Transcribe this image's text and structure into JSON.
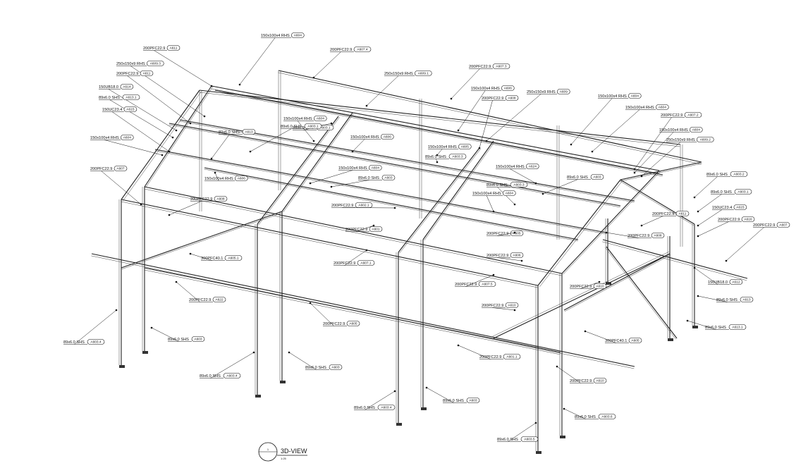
{
  "view_title": "3D-VIEW",
  "view_number": "1",
  "view_scale": "1:25",
  "callouts": [
    {
      "text": "150x100x4 RHS",
      "tag": "A604"
    },
    {
      "text": "200PFC22.9",
      "tag": "A607.4"
    },
    {
      "text": "200PFC22.9",
      "tag": "A611"
    },
    {
      "text": "200PFC22.9",
      "tag": "A607.3"
    },
    {
      "text": "250x150x9 RHS",
      "tag": "A609.3"
    },
    {
      "text": "250x150x9 RHS",
      "tag": "A609.1"
    },
    {
      "text": "200PFC22.9",
      "tag": "A611"
    },
    {
      "text": "150UB18.0",
      "tag": "A614"
    },
    {
      "text": "150x100x4 RHS",
      "tag": "A606"
    },
    {
      "text": "250x150x9 RHS",
      "tag": "A609"
    },
    {
      "text": "89x6.0 SHS",
      "tag": "A613.1"
    },
    {
      "text": "200PFC22.9",
      "tag": "A608"
    },
    {
      "text": "150x100x4 RHS",
      "tag": "A604"
    },
    {
      "text": "150UC23.4",
      "tag": "A615"
    },
    {
      "text": "150x100x4 RHS",
      "tag": "A604"
    },
    {
      "text": "200PFC22.9",
      "tag": "A607.2"
    },
    {
      "text": "150x100x4 RHS",
      "tag": "A604"
    },
    {
      "text": "89x6.0 SHS",
      "tag": "A613"
    },
    {
      "text": "89x6.0 SHS",
      "tag": "A603.1"
    },
    {
      "text": "150x100x4 RHS",
      "tag": "A604"
    },
    {
      "text": "150x100x4 RHS",
      "tag": "A604"
    },
    {
      "text": "250x150x9 RHS",
      "tag": "A609.2"
    },
    {
      "text": "89x6.0 SHS",
      "tag": "A603.1"
    },
    {
      "text": "150x100x4 RHS",
      "tag": "A606"
    },
    {
      "text": "150x100x4 RHS",
      "tag": "A605"
    },
    {
      "text": "89x6.0 SHS",
      "tag": "A603.3"
    },
    {
      "text": "200PFC22.9",
      "tag": "A607"
    },
    {
      "text": "150x100x4 RHS",
      "tag": "A606"
    },
    {
      "text": "150x100x4 RHS",
      "tag": "A604"
    },
    {
      "text": "89x6.0 SHS",
      "tag": "A603"
    },
    {
      "text": "150x100x4 RHS",
      "tag": "A624"
    },
    {
      "text": "89x6.0 SHS",
      "tag": "A603.3"
    },
    {
      "text": "89x6.0 SHS",
      "tag": "A603.2"
    },
    {
      "text": "89x6.0 SHS",
      "tag": "A603"
    },
    {
      "text": "150x100x4 RHS",
      "tag": "A604"
    },
    {
      "text": "89x6.0 SHS",
      "tag": "A603.1"
    },
    {
      "text": "150UC23.4",
      "tag": "A615"
    },
    {
      "text": "200PFC22.9",
      "tag": "A608"
    },
    {
      "text": "200PFC22.9",
      "tag": "A602.1"
    },
    {
      "text": "200PFC22.9",
      "tag": "A611"
    },
    {
      "text": "200PFC22.9",
      "tag": "A616"
    },
    {
      "text": "200PFC22.9",
      "tag": "A607"
    },
    {
      "text": "200PFC22.9",
      "tag": "A608"
    },
    {
      "text": "200PFC22.9",
      "tag": "A605"
    },
    {
      "text": "200PFC22.9",
      "tag": "A601"
    },
    {
      "text": "300PFC40.1",
      "tag": "A605.1"
    },
    {
      "text": "200PFC22.9",
      "tag": "A606"
    },
    {
      "text": "200PFC22.9",
      "tag": "A607.1"
    },
    {
      "text": "200PFC22.9",
      "tag": "A607.5"
    },
    {
      "text": "150UB18.0",
      "tag": "A612"
    },
    {
      "text": "200PFC22.9",
      "tag": "A610"
    },
    {
      "text": "89x6.0 SHS",
      "tag": "A613"
    },
    {
      "text": "200PFC22.9",
      "tag": "A622"
    },
    {
      "text": "200PFC22.9",
      "tag": "A610"
    },
    {
      "text": "89x6.0 SHS",
      "tag": "A613.1"
    },
    {
      "text": "200PFC22.9",
      "tag": "A605"
    },
    {
      "text": "300PFC40.1",
      "tag": "A605"
    },
    {
      "text": "89x6.0 SHS",
      "tag": "A603.4"
    },
    {
      "text": "89x6.0 SHS",
      "tag": "A603"
    },
    {
      "text": "200PFC22.9",
      "tag": "A601.1"
    },
    {
      "text": "89x6.0 SHS",
      "tag": "A603.4"
    },
    {
      "text": "89x6.0 SHS",
      "tag": "A603"
    },
    {
      "text": "200PFC22.9",
      "tag": "A610"
    },
    {
      "text": "89x6.0 SHS",
      "tag": "A603.4"
    },
    {
      "text": "89x6.0 SHS",
      "tag": "A603"
    },
    {
      "text": "89x6.0 SHS",
      "tag": "A603.6"
    },
    {
      "text": "89x6.0 SHS",
      "tag": "A603.5"
    }
  ]
}
